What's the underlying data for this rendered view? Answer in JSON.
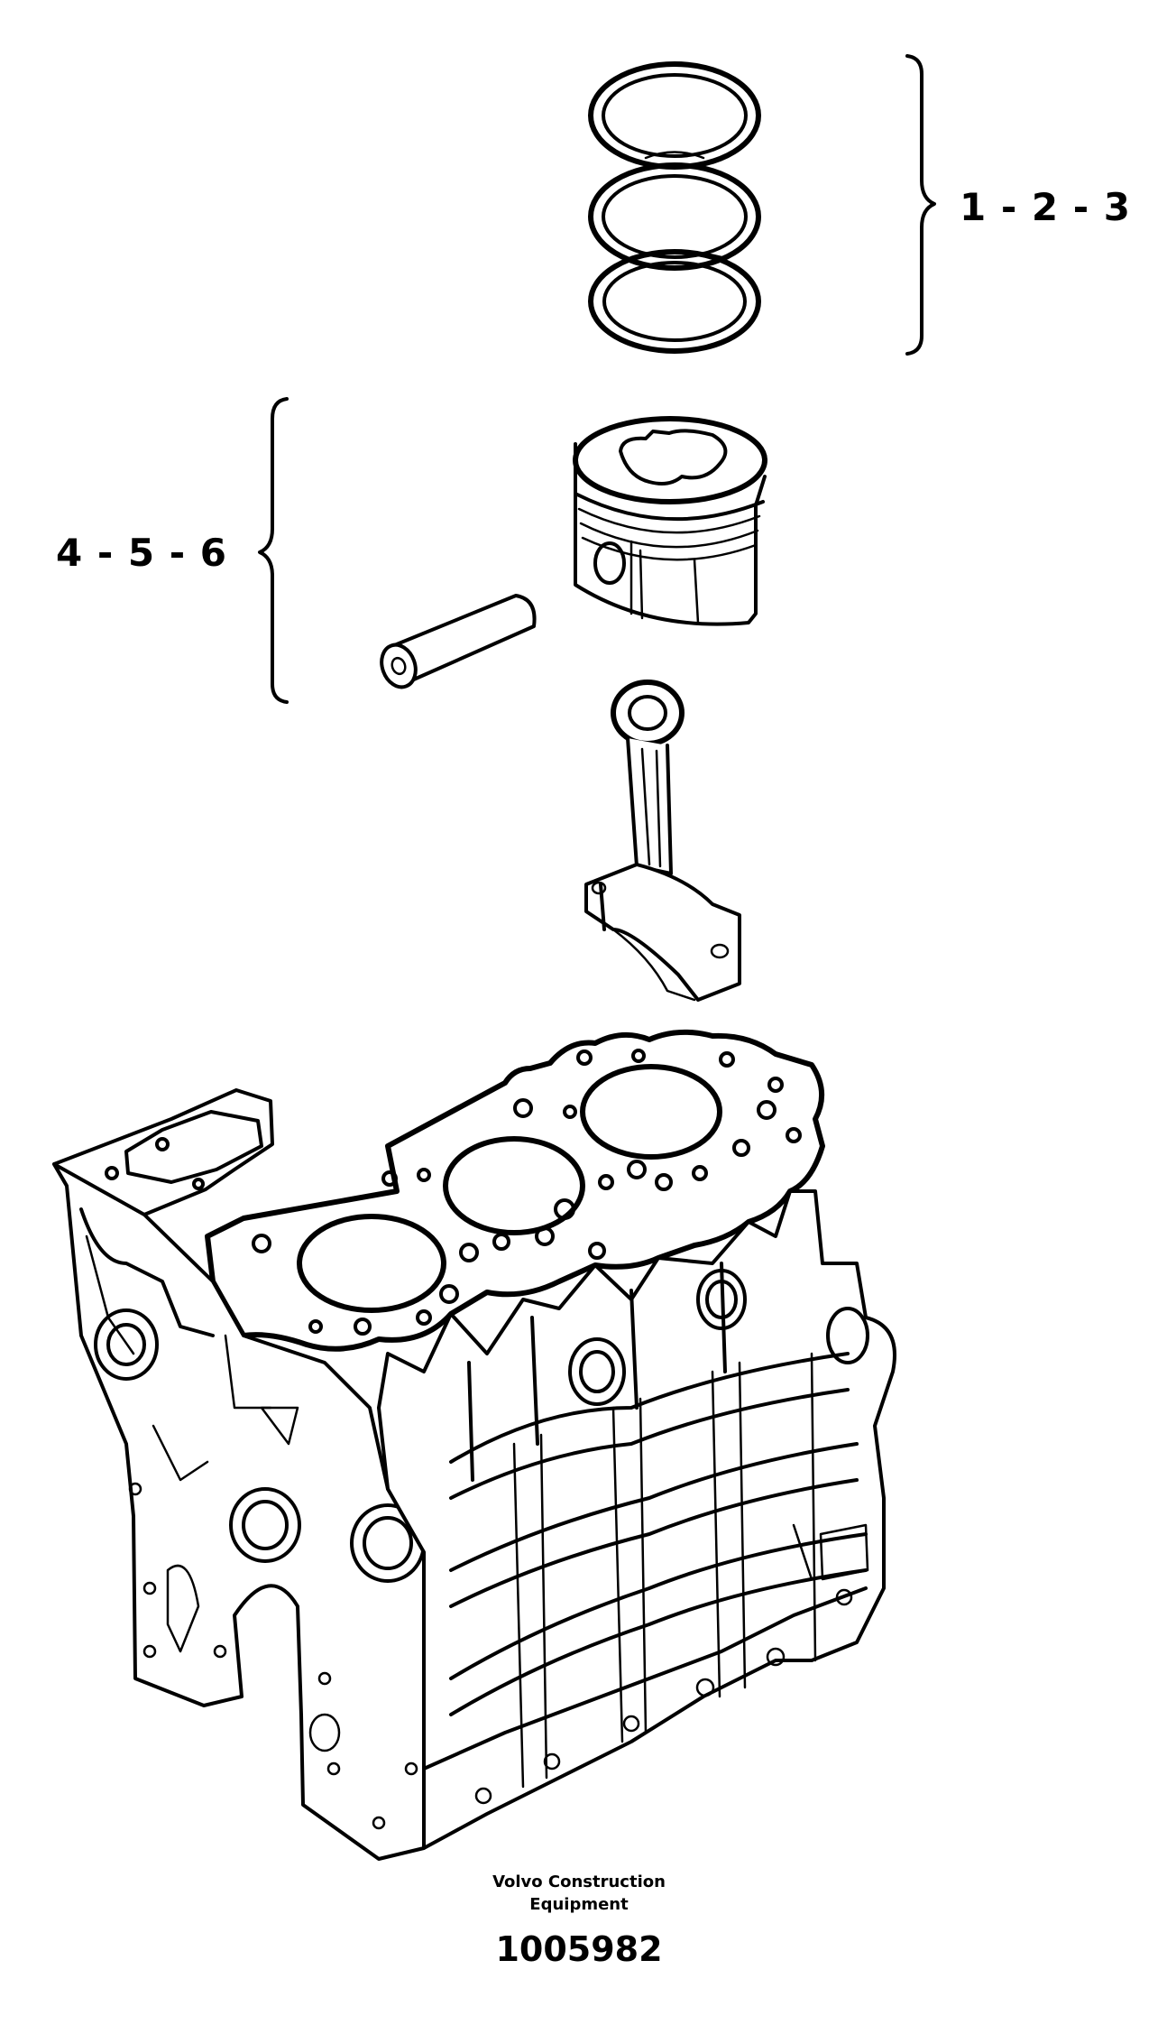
{
  "callouts": {
    "rings": "1 - 2 - 3",
    "piston": "4 - 5 - 6"
  },
  "caption": {
    "company_line1": "Volvo Construction",
    "company_line2": "Equipment",
    "part_number": "1005982"
  },
  "parts": [
    "piston-ring-1",
    "piston-ring-2",
    "piston-ring-3",
    "piston",
    "piston-pin",
    "connecting-rod",
    "cylinder-block"
  ]
}
